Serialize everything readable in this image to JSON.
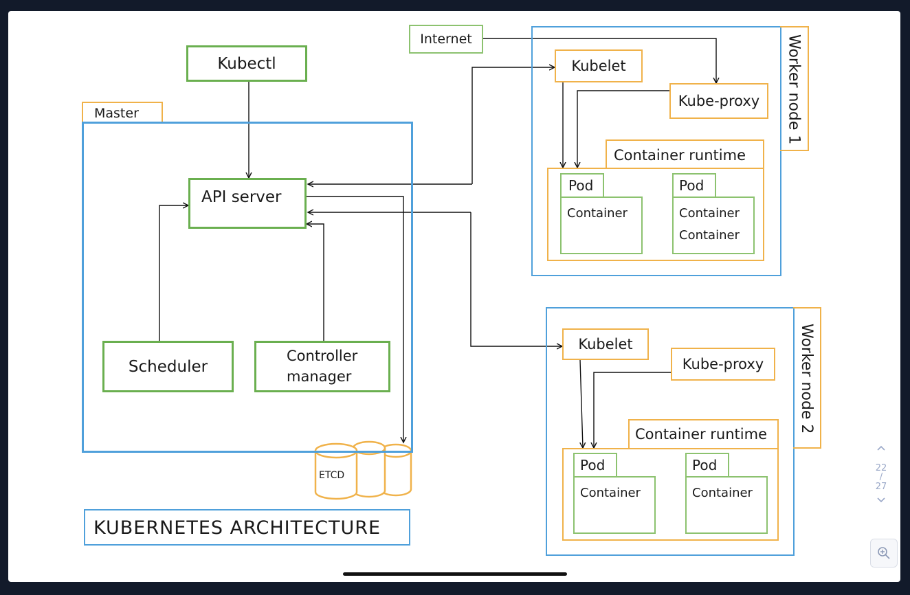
{
  "diagram": {
    "title": "KUBERNETES ARCHITECTURE",
    "internet": "Internet",
    "kubectl": "Kubectl",
    "master": {
      "label": "Master",
      "api_server": "API server",
      "scheduler": "Scheduler",
      "controller_manager_line1": "Controller",
      "controller_manager_line2": "manager",
      "etcd": "ETCD"
    },
    "worker1": {
      "label": "Worker node 1",
      "kubelet": "Kubelet",
      "kube_proxy": "Kube-proxy",
      "container_runtime": "Container runtime",
      "pods": [
        {
          "label": "Pod",
          "containers": [
            "Container"
          ]
        },
        {
          "label": "Pod",
          "containers": [
            "Container",
            "Container"
          ]
        }
      ]
    },
    "worker2": {
      "label": "Worker node 2",
      "kubelet": "Kubelet",
      "kube_proxy": "Kube-proxy",
      "container_runtime": "Container runtime",
      "pods": [
        {
          "label": "Pod",
          "containers": [
            "Container"
          ]
        },
        {
          "label": "Pod",
          "containers": [
            "Container"
          ]
        }
      ]
    }
  },
  "viewer": {
    "page_current": "22",
    "page_sep": "/",
    "page_total": "27",
    "prev_icon": "chevron-up-icon",
    "next_icon": "chevron-down-icon",
    "zoom_icon": "zoom-in-icon"
  },
  "colors": {
    "green": "#6aaf4f",
    "blue": "#4fa0db",
    "orange": "#f0b24a",
    "background": "#121a2a"
  }
}
